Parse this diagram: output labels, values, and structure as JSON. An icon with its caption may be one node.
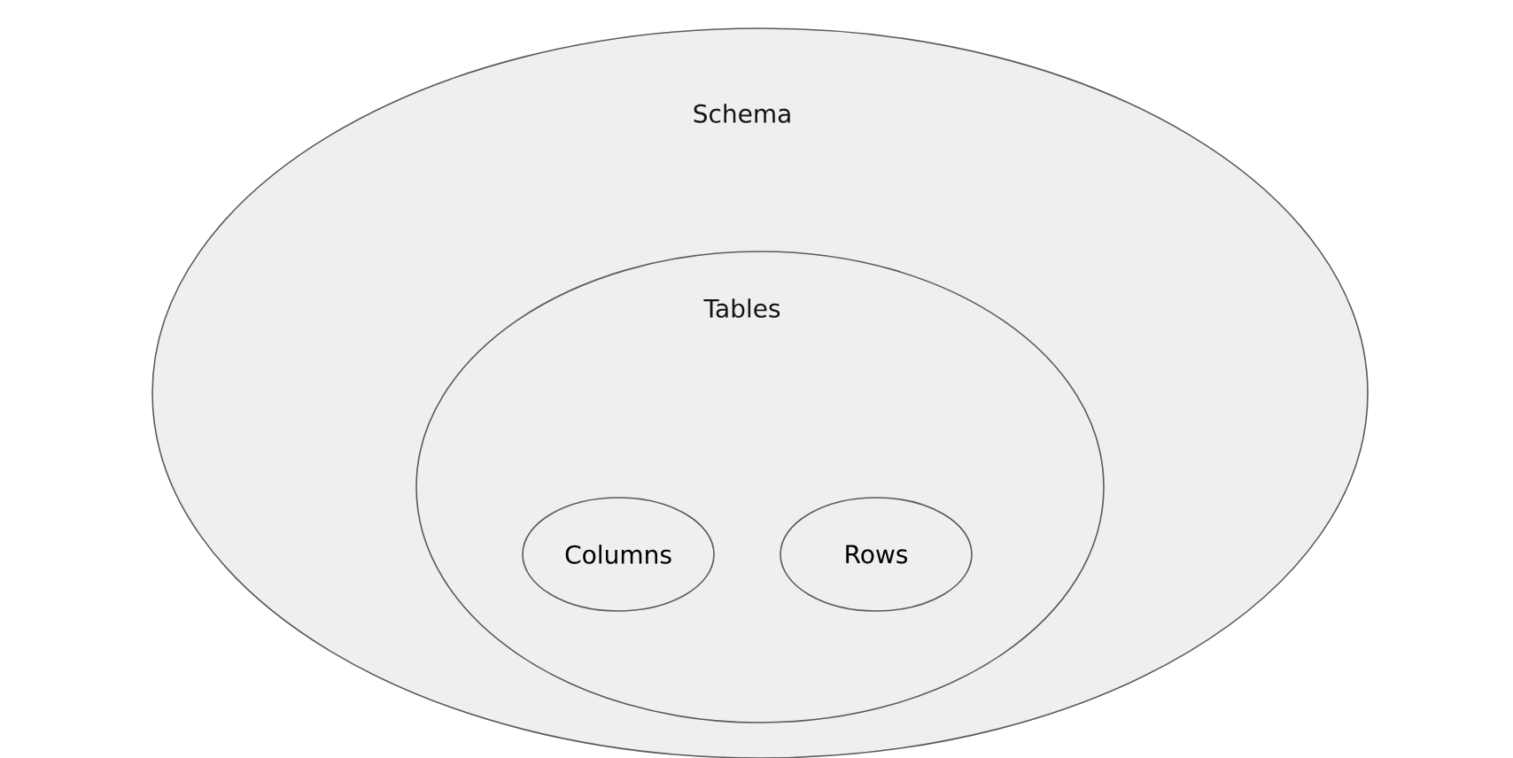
{
  "diagram": {
    "nodes": [
      {
        "text": [
          "Schema"
        ]
      },
      {
        "text": [
          "Tables"
        ],
        "in": 0
      },
      {
        "text": [
          "Columns"
        ],
        "in": 1
      },
      {
        "text": [
          "Rows"
        ],
        "in": 1
      }
    ]
  }
}
